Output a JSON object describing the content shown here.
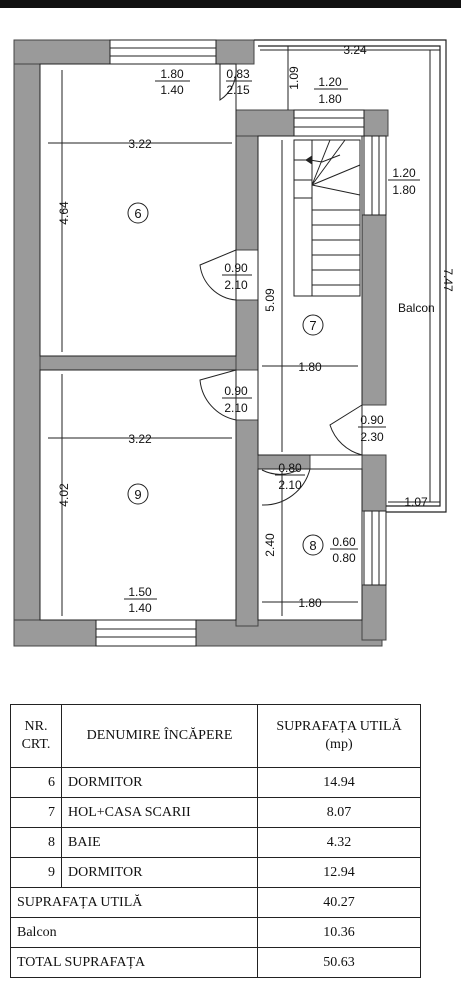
{
  "plan": {
    "room6": {
      "number": "6",
      "width": "3.22",
      "height": "4.64",
      "window_w": "1.80",
      "window_h": "1.40"
    },
    "room7": {
      "number": "7",
      "height": "5.09",
      "width": "1.80"
    },
    "room8": {
      "number": "8",
      "height": "2.40",
      "width": "1.80",
      "window_w": "0.60",
      "window_h": "0.80"
    },
    "room9": {
      "number": "9",
      "width": "3.22",
      "height": "4.02",
      "window_w": "1.50",
      "window_h": "1.40"
    },
    "balcony": {
      "label": "Balcon",
      "width": "3.24",
      "length": "7.47",
      "depth": "1.09",
      "side": "1.07"
    },
    "doors": [
      {
        "w": "0.83",
        "h": "2.15"
      },
      {
        "w": "1.20",
        "h": "1.80"
      },
      {
        "w": "1.20",
        "h": "1.80"
      },
      {
        "w": "0.90",
        "h": "2.10"
      },
      {
        "w": "0.90",
        "h": "2.10"
      },
      {
        "w": "0.90",
        "h": "2.30"
      },
      {
        "w": "0.80",
        "h": "2.10"
      }
    ]
  },
  "table": {
    "headers": {
      "nr": "NR. CRT.",
      "name": "DENUMIRE ÎNCĂPERE",
      "area": "SUPRAFAȚA UTILĂ (mp)"
    },
    "rows": [
      {
        "nr": "6",
        "name": "DORMITOR",
        "area": "14.94"
      },
      {
        "nr": "7",
        "name": "HOL+CASA SCARII",
        "area": "8.07"
      },
      {
        "nr": "8",
        "name": "BAIE",
        "area": "4.32"
      },
      {
        "nr": "9",
        "name": "DORMITOR",
        "area": "12.94"
      }
    ],
    "useful": {
      "label": "SUPRAFAȚA UTILĂ",
      "area": "40.27"
    },
    "balcony": {
      "label": "Balcon",
      "area": "10.36"
    },
    "total": {
      "label": "TOTAL SUPRAFAȚA",
      "area": "50.63"
    }
  }
}
